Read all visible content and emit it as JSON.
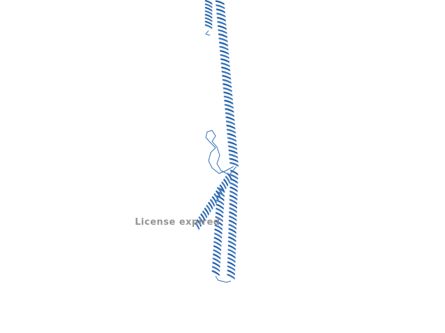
{
  "watermark": {
    "text": "License expired"
  },
  "colors": {
    "background": "#ffffff",
    "helix_dark": "#1f4f8f",
    "helix_mid": "#2f6fb8",
    "helix_light": "#5b8fd0",
    "watermark": "#8a8a8a"
  },
  "scene": {
    "subject": "protein-ribbon-structure",
    "icon": "helix-ribbon"
  }
}
